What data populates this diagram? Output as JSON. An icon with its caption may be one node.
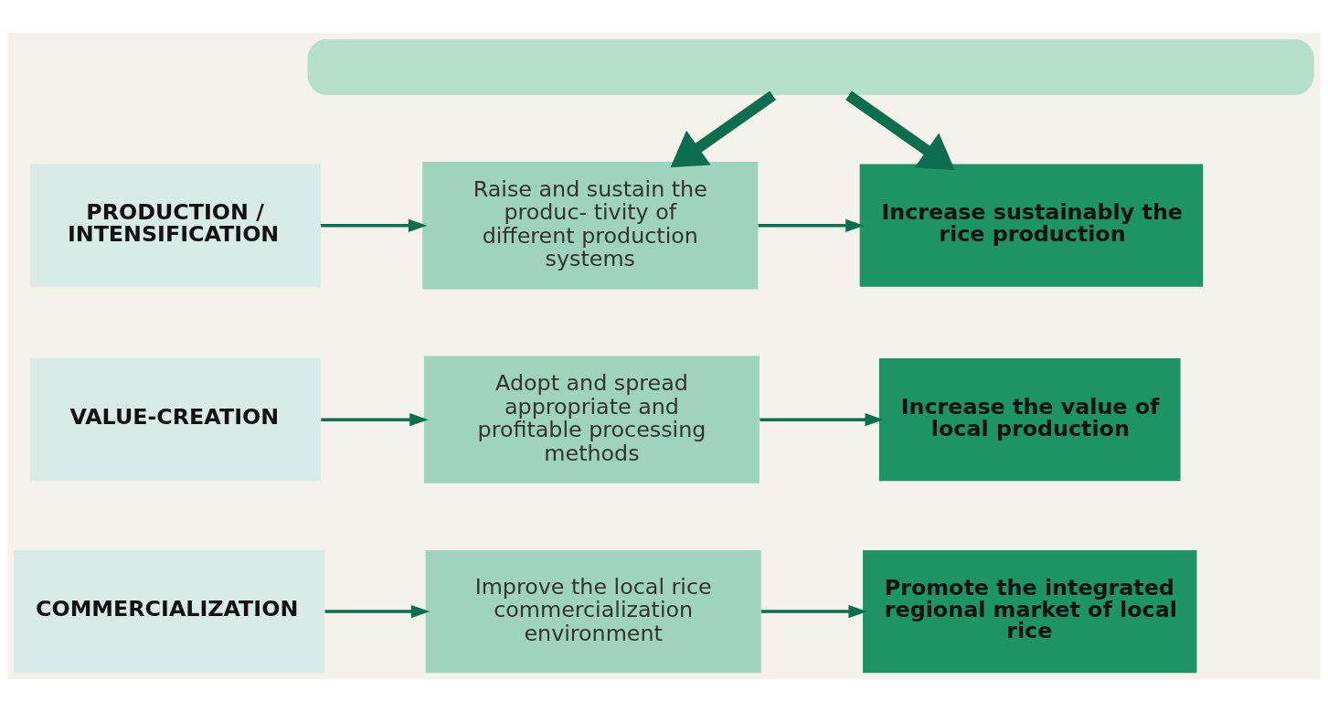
{
  "diagram": {
    "nodes": [
      {
        "text": [],
        "shape": "box"
      },
      {
        "text": [
          "PRODUCTION / INTENSIFICATION"
        ]
      },
      {
        "text": [
          "Raise and sustain the produc- tivity of different production systems"
        ]
      },
      {
        "text": [
          "Increase sustainably the rice production"
        ]
      },
      {
        "text": [
          "VALUE-CREATION"
        ]
      },
      {
        "text": [
          "Adopt and spread appropriate and profitable processing methods"
        ]
      },
      {
        "text": [
          "Increase the value of local production"
        ]
      },
      {
        "text": [
          "COMMERCIALIZATION"
        ]
      },
      {
        "text": [
          "Improve the local rice commercialization environment"
        ]
      },
      {
        "text": [
          "Promote the integrated regional market of local rice"
        ]
      }
    ],
    "edges": [
      {
        "from": 0,
        "to": 2,
        "arrow": "to",
        "style": "thick"
      },
      {
        "from": 0,
        "to": 3,
        "arrow": "to",
        "style": "thick"
      },
      {
        "from": 1,
        "to": 2,
        "arrow": "to"
      },
      {
        "from": 2,
        "to": 3,
        "arrow": "to"
      },
      {
        "from": 4,
        "to": 5,
        "arrow": "to"
      },
      {
        "from": 5,
        "to": 6,
        "arrow": "to"
      },
      {
        "from": 7,
        "to": 8,
        "arrow": "to"
      },
      {
        "from": 8,
        "to": 9,
        "arrow": "to"
      }
    ]
  }
}
